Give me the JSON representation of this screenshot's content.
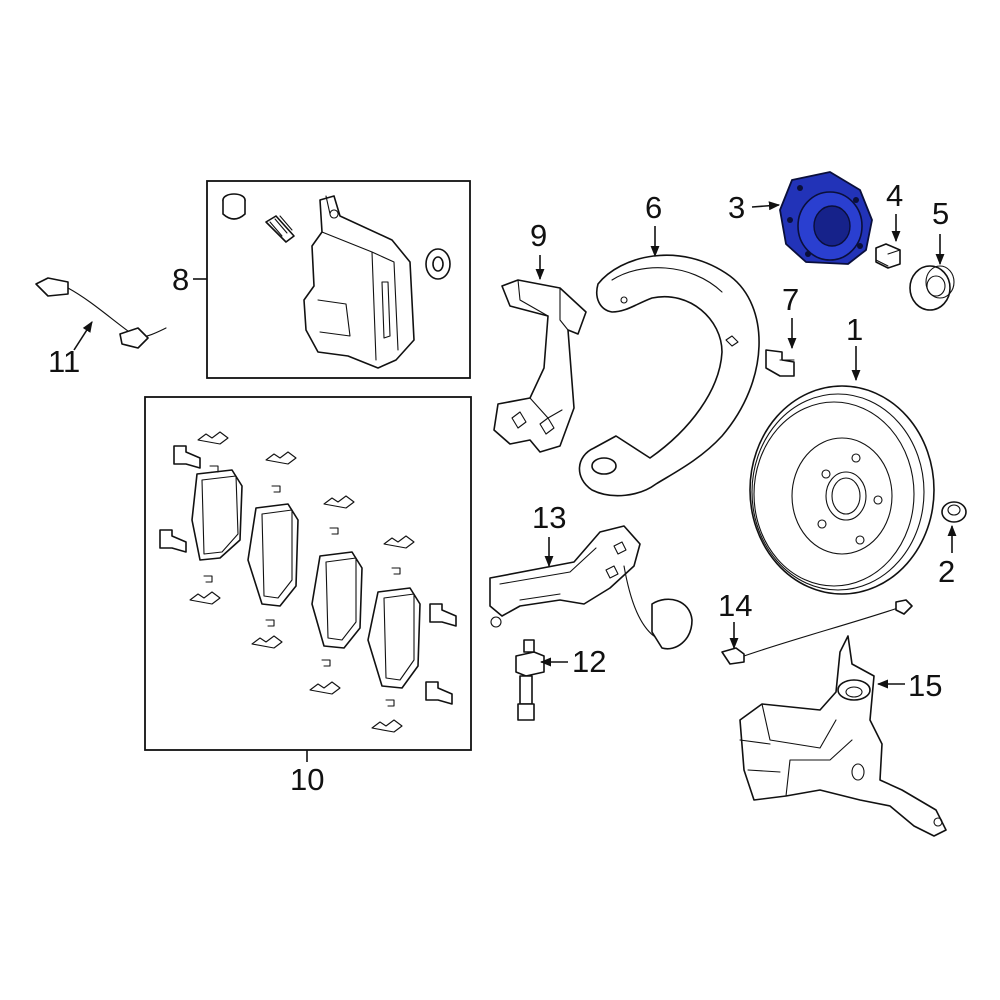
{
  "colors": {
    "line": "#111111",
    "background": "#ffffff",
    "highlight": "#2233b8"
  },
  "callouts": {
    "c1": "1",
    "c2": "2",
    "c3": "3",
    "c4": "4",
    "c5": "5",
    "c6": "6",
    "c7": "7",
    "c8": "8",
    "c9": "9",
    "c10": "10",
    "c11": "11",
    "c12": "12",
    "c13": "13",
    "c14": "14",
    "c15": "15"
  },
  "highlighted_part": "3"
}
